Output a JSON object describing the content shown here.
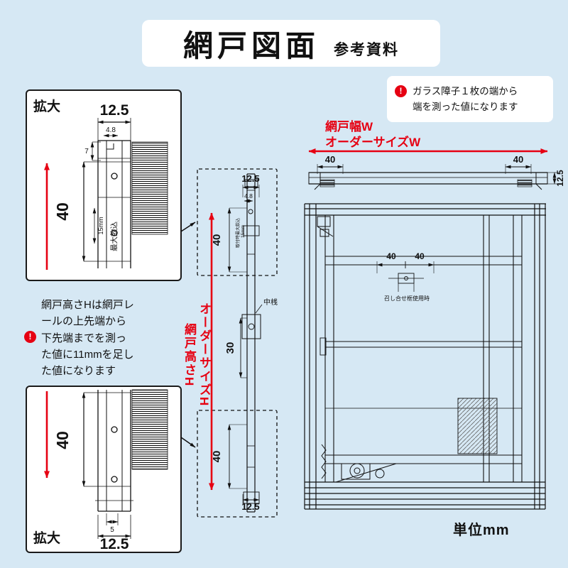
{
  "title": {
    "main": "網戸図面",
    "sub": "参考資料"
  },
  "unit_label": "単位mm",
  "labels": {
    "enlarge_top": "拡大",
    "enlarge_bottom": "拡大",
    "width_arrow": {
      "line1": "網戸幅W",
      "line2": "オーダーサイズW"
    },
    "height_arrow": {
      "line1": "網戸高さH",
      "line2": "オーダーサイズH"
    },
    "middle_rail": "中桟",
    "meeting_stile_note": "召し合せ框使用時",
    "max_engage_top": "最大飲込",
    "engage_15mm_top": "15mm",
    "max_engage_mid": "取付時最大飲込",
    "engage_15mm_mid": "15mm"
  },
  "notes": {
    "width": {
      "lines": [
        "ガラス障子１枚の端から",
        "端を測った値になります"
      ]
    },
    "height": {
      "lines": [
        "網戸高さHは網戸レ",
        "ールの上先端から",
        "下先端までを測っ",
        "た値に11mmを足し",
        "た値になります"
      ]
    }
  },
  "dimensions": {
    "top_detail": {
      "w125": "12.5",
      "w48": "4.8",
      "h7": "7",
      "h40": "40"
    },
    "bottom_detail": {
      "h40": "40",
      "h5": "5",
      "w125": "12.5"
    },
    "mid_section": {
      "w125_top": "12.5",
      "w48": "4.8",
      "h40_top": "40",
      "h30": "30",
      "h40_bottom": "40",
      "w125_bottom": "12.5"
    },
    "width_section": {
      "left40": "40",
      "right40": "40",
      "d125": "12.5"
    },
    "window_detail": {
      "left40": "40",
      "right40": "40"
    }
  },
  "colors": {
    "background": "#d6e8f4",
    "accent_red": "#e60012",
    "line": "#1a1a1a"
  }
}
